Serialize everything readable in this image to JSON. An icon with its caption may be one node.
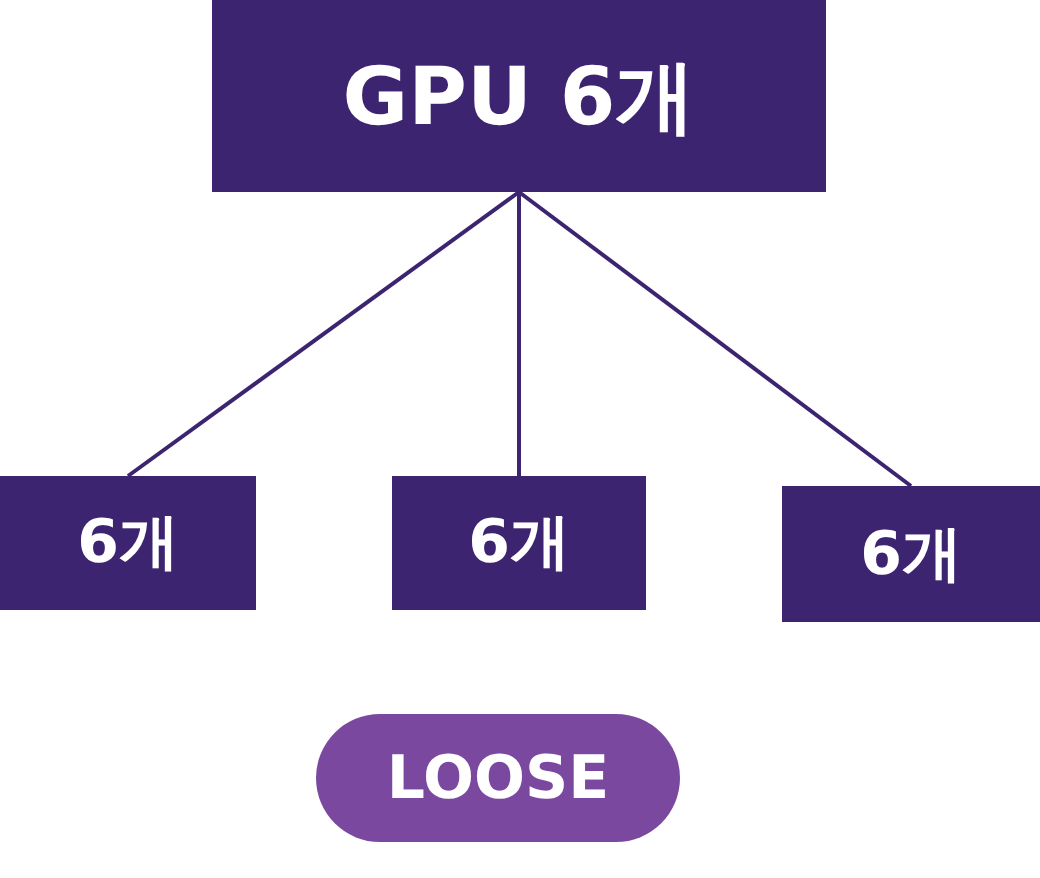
{
  "diagram": {
    "nodes": [
      {
        "text": [
          "GPU 6개"
        ]
      },
      {
        "text": [
          "6개"
        ]
      },
      {
        "text": [
          "6개"
        ]
      },
      {
        "text": [
          "6개"
        ]
      },
      {
        "text": [
          "LOOSE"
        ]
      }
    ],
    "edges": [
      {
        "from": 0,
        "to": 1,
        "arrow": "none"
      },
      {
        "from": 0,
        "to": 2,
        "arrow": "none"
      },
      {
        "from": 0,
        "to": 3,
        "arrow": "none"
      }
    ]
  }
}
